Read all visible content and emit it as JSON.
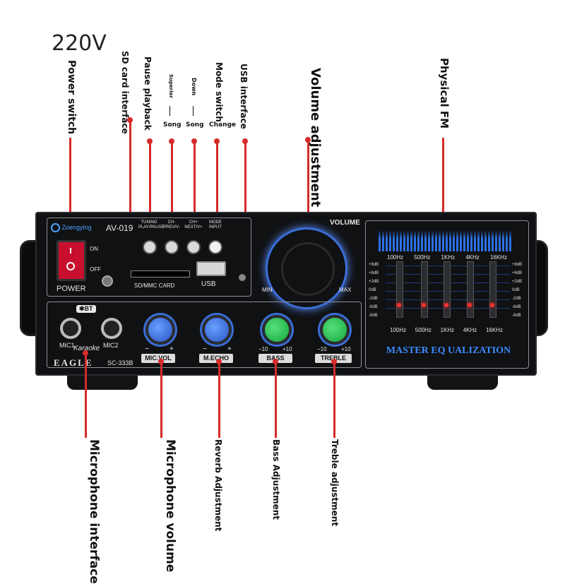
{
  "voltage": "220V",
  "top_labels": {
    "power": "Power switch",
    "sd": "SD card interface",
    "pause": "Pause playback",
    "superior": "Superior",
    "song1": "Song",
    "down": "Down",
    "song2": "Song",
    "mode": "Mode switch",
    "change": "Change",
    "usb": "USB interface",
    "volume": "Volume adjustment",
    "fm": "Physical FM"
  },
  "bottom_labels": {
    "mic_interface": "Microphone interface",
    "mic_volume": "Microphone volume",
    "reverb": "Reverb Adjustment",
    "bass": "Bass Adjustment",
    "treble": "Treble adjustment"
  },
  "device": {
    "brand": "Zoengying",
    "model": "AV-019",
    "tuning": "TUNING",
    "playpause": "PLAY/PAUSE",
    "ch_minus": "CH-",
    "prev": "PREV/V-",
    "ch_plus": "CH+",
    "next": "NEXT/V+",
    "mode": "MODE",
    "input": "INPUT",
    "on": "ON",
    "off": "OFF",
    "power": "POWER",
    "sdmmc": "SD/MMC CARD",
    "usb": "USB",
    "volume": "VOLUME",
    "min": "MIN",
    "max": "MAX",
    "bt": "BT",
    "mic1": "MIC1",
    "mic2": "MIC2",
    "karaoke": "Karaoke",
    "eagle": "EAGLE",
    "sc": "SC-333B",
    "micvol": "MIC.VOL",
    "mecho": "M.ECHO",
    "bass": "BASS",
    "treble": "TREBLE",
    "minus": "−",
    "plus": "+",
    "m10": "−10",
    "p10": "+10",
    "eq_title": "MASTER EQ UALIZATION",
    "eq_freqs": [
      "100Hz",
      "500Hz",
      "1KHz",
      "4KHz",
      "16KHz"
    ],
    "eq_db_left": [
      "+8dB",
      "+6dB",
      "+2dB",
      "0dB",
      "-2dB",
      "-6dB",
      "-8dB"
    ],
    "eq_db_right": [
      "+8dB",
      "+6dB",
      "+2dB",
      "0dB",
      "-2dB",
      "-6dB",
      "-8dB"
    ]
  }
}
